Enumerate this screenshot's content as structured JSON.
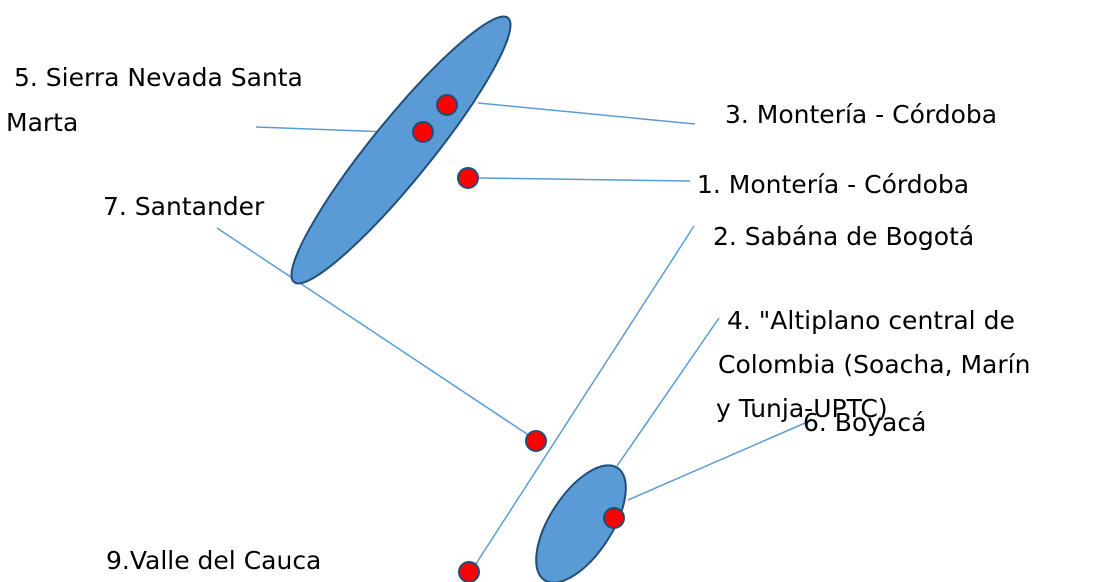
{
  "colors": {
    "ellipse_fill": "#5b9bd5",
    "ellipse_stroke": "#1f4e79",
    "dot_fill": "#ff0000",
    "connector": "#5b9bd5",
    "text": "#000000"
  },
  "labels": {
    "sierra_nevada_line1": " 5. Sierra Nevada Santa",
    "sierra_nevada_line2": "Marta",
    "monteria_3": "3. Montería - Córdoba",
    "monteria_1": "1. Montería - Córdoba",
    "santander": "7. Santander",
    "sabana_bogota": "2. Sabána de Bogotá",
    "altiplano_line1": " 4. \"Altiplano central de",
    "altiplano_line2": "Colombia (Soacha, Marín",
    "altiplano_line3": "y Tunja-UPTC)",
    "boyaca": "6. Boyacá",
    "valle_cauca": "9.Valle del Cauca"
  }
}
